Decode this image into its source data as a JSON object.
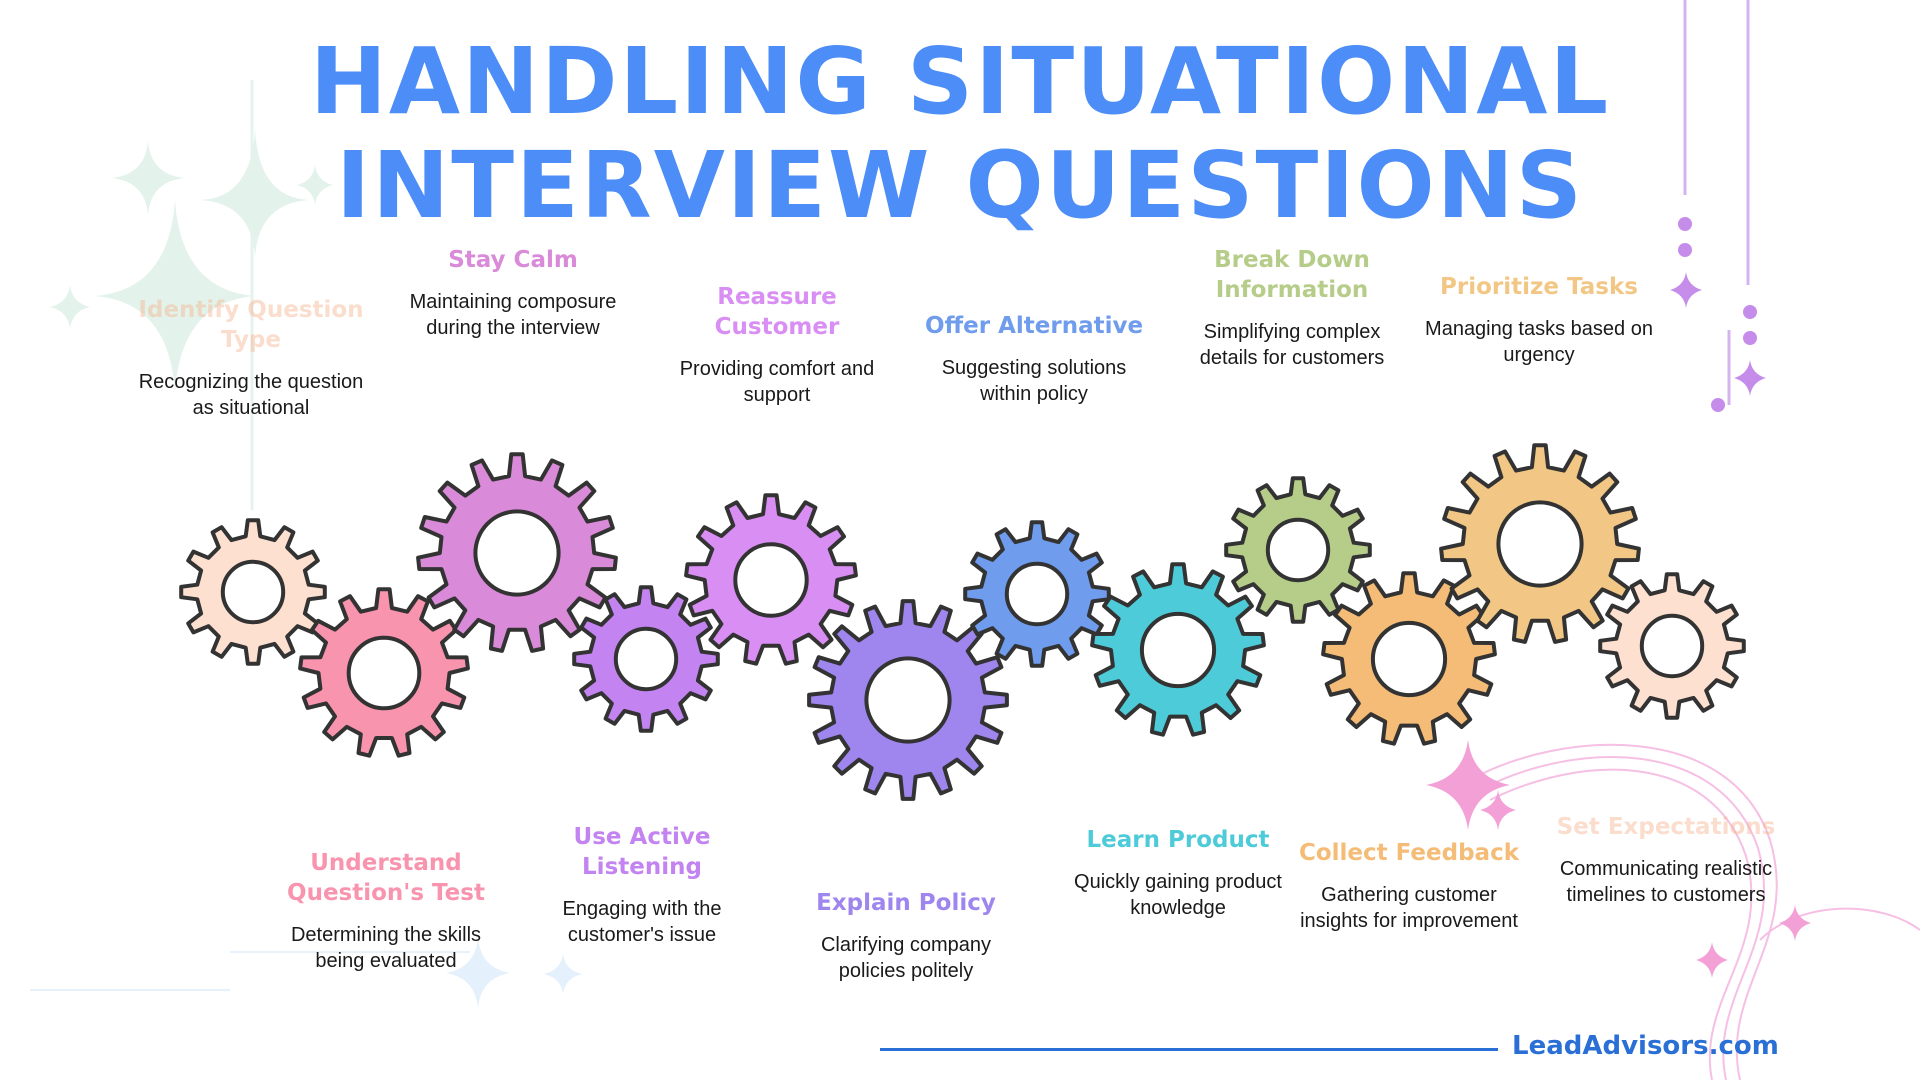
{
  "title": {
    "line1": "HANDLING SITUATIONAL",
    "line2": "INTERVIEW QUESTIONS"
  },
  "steps": [
    {
      "heading": "Identify Question Type",
      "desc": "Recognizing the question as situational",
      "color": "#fde0d0"
    },
    {
      "heading": "Understand Question's Test",
      "desc": "Determining the skills being evaluated",
      "color": "#f894ad"
    },
    {
      "heading": "Stay Calm",
      "desc": "Maintaining composure during the interview",
      "color": "#d98ad8"
    },
    {
      "heading": "Use Active Listening",
      "desc": "Engaging with the customer's issue",
      "color": "#c384f1"
    },
    {
      "heading": "Reassure Customer",
      "desc": "Providing comfort and support",
      "color": "#d98ef3"
    },
    {
      "heading": "Explain Policy",
      "desc": "Clarifying company policies politely",
      "color": "#9e86ee"
    },
    {
      "heading": "Offer Alternative",
      "desc": "Suggesting solutions within policy",
      "color": "#6f9cec"
    },
    {
      "heading": "Learn Product",
      "desc": "Quickly gaining product knowledge",
      "color": "#4ecbd8"
    },
    {
      "heading": "Break Down Information",
      "desc": "Simplifying complex details for customers",
      "color": "#b6cd8a"
    },
    {
      "heading": "Collect Feedback",
      "desc": "Gathering customer insights for improvement",
      "color": "#f4bc76"
    },
    {
      "heading": "Prioritize Tasks",
      "desc": "Managing tasks based on urgency",
      "color": "#f2c785"
    },
    {
      "heading": "Set Expectations",
      "desc": "Communicating realistic timelines to customers",
      "color": "#fde0d0"
    }
  ],
  "brand": "LeadAdvisors.com",
  "colors": {
    "title": "#4d8df7",
    "brand": "#2a6fd6",
    "gear_outline": "#333333"
  }
}
